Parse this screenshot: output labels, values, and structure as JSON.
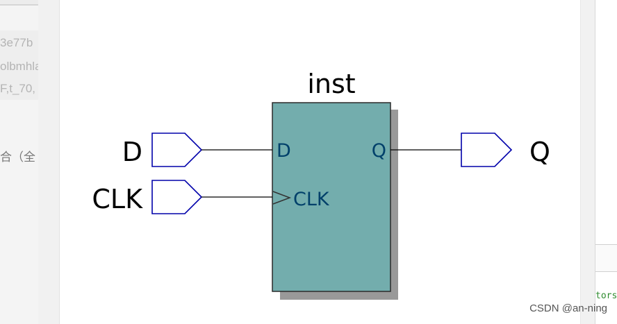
{
  "background": {
    "left_texts": [
      "3e77b",
      "olbmhla",
      "F,t_70,",
      "合（全"
    ],
    "right_code": "tors"
  },
  "schematic": {
    "instance_name": "inst",
    "inputs": [
      {
        "label": "D",
        "pin": "D"
      },
      {
        "label": "CLK",
        "pin": "CLK"
      }
    ],
    "outputs": [
      {
        "label": "Q",
        "pin": "Q"
      }
    ],
    "colors": {
      "block_fill": "#73adad",
      "block_shadow": "#999999",
      "port_stroke": "#0000aa",
      "pin_text": "#00406a",
      "wire": "#000000"
    }
  },
  "watermark": "CSDN @an-ning"
}
